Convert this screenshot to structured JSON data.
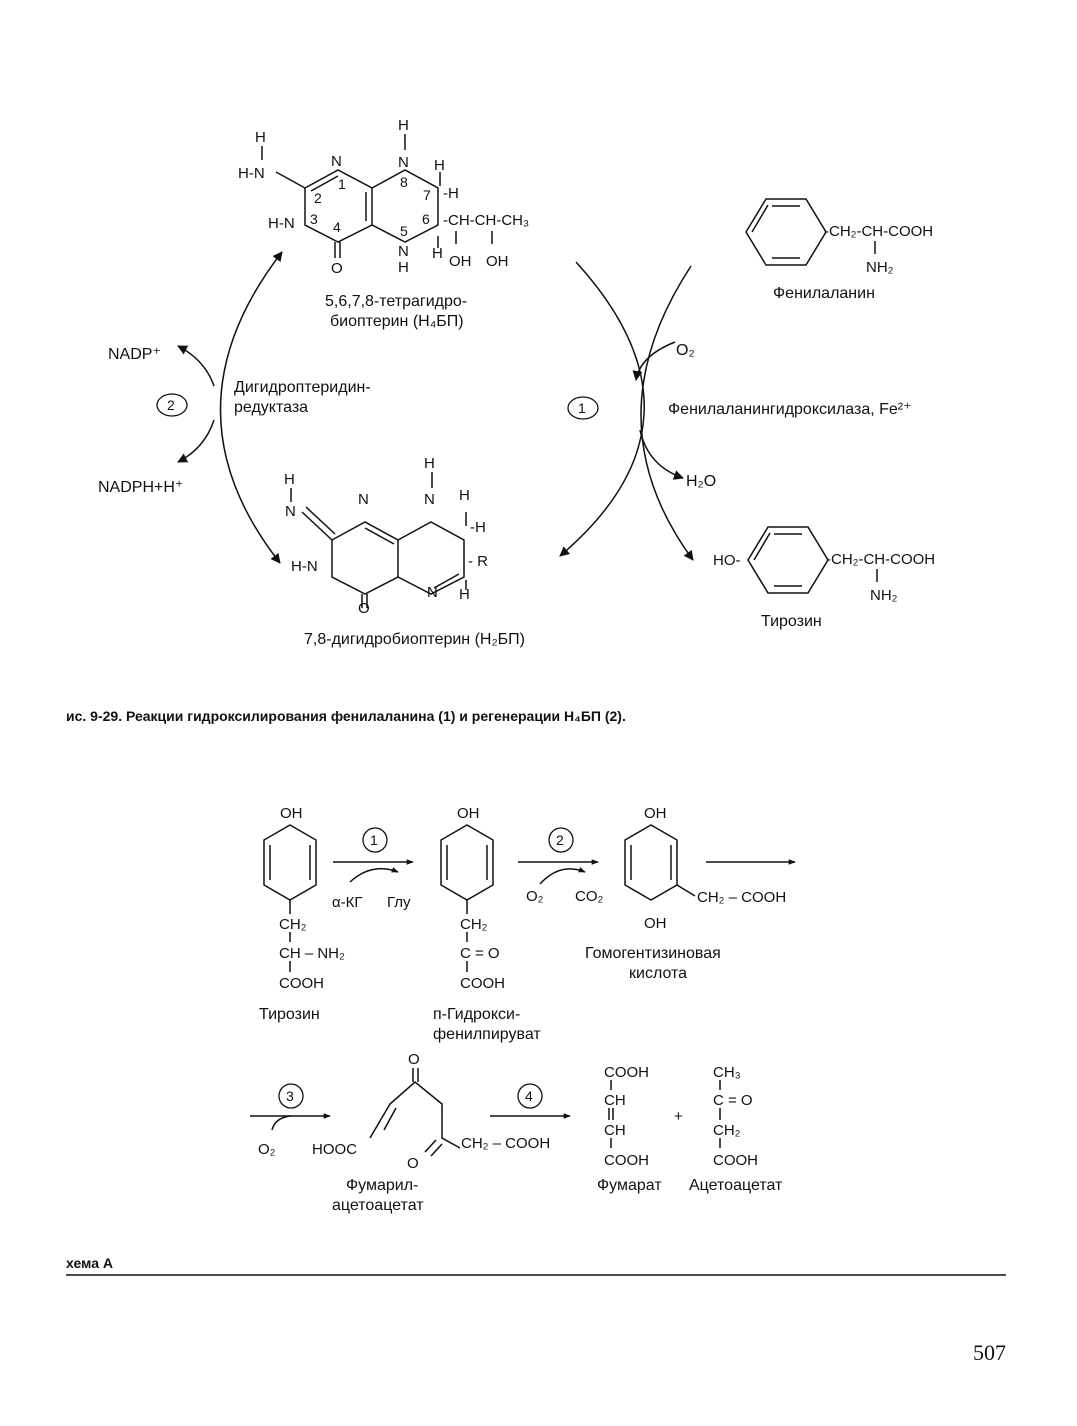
{
  "figure1": {
    "bh4_name_1": "5,6,7,8-тетрагидро-",
    "bh4_name_2": "биоптерин (Н₄БП)",
    "bh2_name": "7,8-дигидробиоптерин (Н₂БП)",
    "phe_side": "-CH₂-CH-COOH",
    "phe_nh2": "NH₂",
    "phe_name": "Фенилаланин",
    "tyr_ho": "HO-",
    "tyr_side": "-CH₂-CH-COOH",
    "tyr_nh2": "NH₂",
    "tyr_name": "Тирозин",
    "o2": "O₂",
    "h2o": "H₂O",
    "enzyme1": "Фенилаланингидроксилаза, Fe²⁺",
    "enzyme2_1": "Дигидроптеридин-",
    "enzyme2_2": "редуктаза",
    "nadp": "NADP⁺",
    "nadph": "NADPH+H⁺",
    "step1": "1",
    "step2": "2",
    "caption": "ис. 9-29. Реакции гидроксилирования фенилаланина (1) и регенерации Н₄БП (2)."
  },
  "scheme": {
    "oh": "OH",
    "ch2": "CH₂",
    "ch_nh2": "CH – NH₂",
    "c_o": "C = O",
    "cooh": "COOH",
    "tyr_name": "Тирозин",
    "hpp_1": "п-Гидрокси-",
    "hpp_2": "фенилпируват",
    "hga_side": "CH₂ – COOH",
    "hga_1": "Гомогентизиновая",
    "hga_2": "кислота",
    "akg": "α-КГ",
    "glu": "Глу",
    "o2": "O₂",
    "co2": "CO₂",
    "hooc": "HOOC",
    "o": "O",
    "faa_side": "CH₂ – COOH",
    "faa_1": "Фумарил-",
    "faa_2": "ацетоацетат",
    "ch": "CH",
    "ch3": "CH₃",
    "plus": "+",
    "fumarate": "Фумарат",
    "acetoacetate": "Ацетоацетат",
    "caption": "хема А",
    "s1": "1",
    "s2": "2",
    "s3": "3",
    "s4": "4"
  },
  "page_number": "507"
}
